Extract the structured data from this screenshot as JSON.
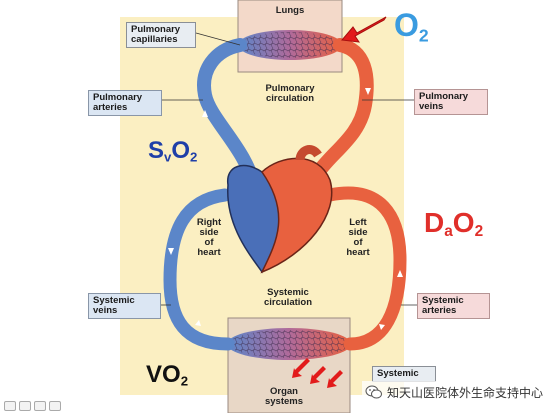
{
  "labels": {
    "lungs": "Lungs",
    "pulmonary_capillaries": [
      "Pulmonary",
      "capillaries"
    ],
    "pulmonary_arteries": [
      "Pulmonary",
      "arteries"
    ],
    "pulmonary_veins": [
      "Pulmonary",
      "veins"
    ],
    "pulmonary_circulation": [
      "Pulmonary",
      "circulation"
    ],
    "right_heart": [
      "Right",
      "side",
      "of",
      "heart"
    ],
    "left_heart": [
      "Left",
      "side",
      "of",
      "heart"
    ],
    "systemic_veins": [
      "Systemic",
      "veins"
    ],
    "systemic_arteries": [
      "Systemic",
      "arteries"
    ],
    "systemic_circulation": [
      "Systemic",
      "circulation"
    ],
    "systemic_capillaries_partial": "Systemic",
    "organ_systems": [
      "Organ",
      "systems"
    ]
  },
  "formulas": {
    "o2": {
      "base": "O",
      "sub": "2"
    },
    "svo2": {
      "base1": "S",
      "sub1": "v",
      "base2": "O",
      "sub2": "2"
    },
    "dao2": {
      "base1": "D",
      "sub1": "a",
      "base2": "O",
      "sub2": "2"
    },
    "vo2": {
      "base": "VO",
      "sub": "2"
    }
  },
  "watermark": {
    "text": "知天山医院体外生命支持中心"
  },
  "colors": {
    "background": "#fbefc2",
    "venous": "#5b86c9",
    "arterial": "#e8613f",
    "o2_text": "#3a9be0",
    "svo2_text": "#1f3fa8",
    "dao2_text": "#e02f2a",
    "vo2_text": "#111111",
    "arrow_red": "#e21b1b"
  }
}
